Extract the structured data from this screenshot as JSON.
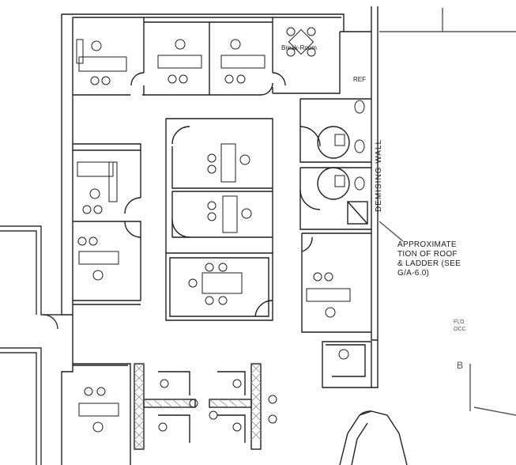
{
  "labels": {
    "break_room": "Break-Room",
    "ref": "REF",
    "demising_wall": "DEMISING WALL",
    "callout_lines": [
      "APPROXIMATE",
      "TION OF ROOF",
      "& LADDER (SEE",
      "G/A-6.0)"
    ],
    "edge_text_1": "FLO",
    "edge_text_2": "OCC",
    "edge_text_3": "B"
  },
  "colors": {
    "line": "#1f1f1f",
    "light_line": "#555555",
    "hatch": "#8a8a8a",
    "background": "#ffffff"
  }
}
